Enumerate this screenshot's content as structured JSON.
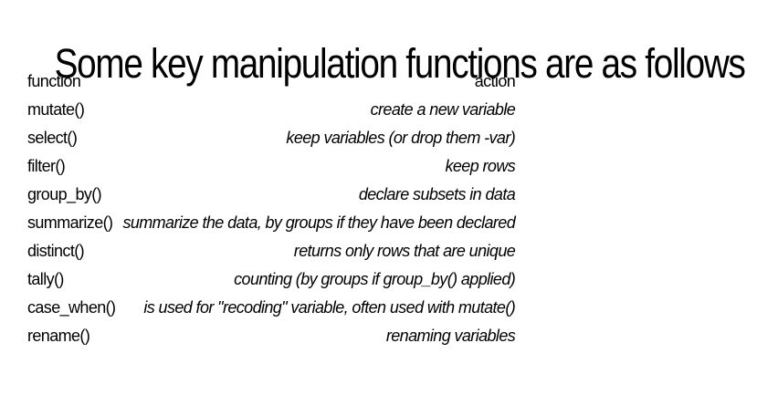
{
  "title": "Some key manipulation functions are as follows",
  "table": {
    "headers": {
      "function": "function",
      "action": "action"
    },
    "rows": [
      {
        "function": "mutate()",
        "action": "create a new variable"
      },
      {
        "function": "select()",
        "action": "keep variables (or drop them -var)"
      },
      {
        "function": "filter()",
        "action": "keep rows"
      },
      {
        "function": "group_by()",
        "action": "declare subsets in data"
      },
      {
        "function": "summarize()",
        "action": "summarize the data, by groups if they have been declared"
      },
      {
        "function": "distinct()",
        "action": "returns only rows that are unique"
      },
      {
        "function": "tally()",
        "action": "counting (by groups if group_by() applied)"
      },
      {
        "function": "case_when()",
        "action": "is used for \"recoding\" variable, often used with mutate()"
      },
      {
        "function": "rename()",
        "action": "renaming variables"
      }
    ]
  }
}
